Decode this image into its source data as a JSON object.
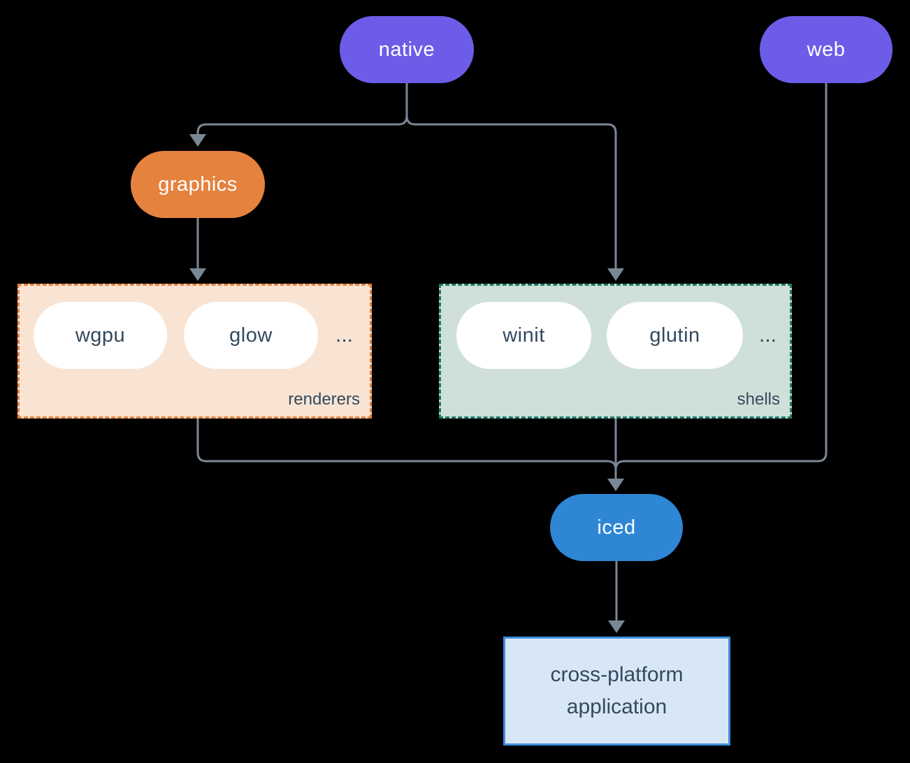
{
  "diagram": {
    "nodes": {
      "native": {
        "label": "native",
        "color": "#6C5CE7"
      },
      "web": {
        "label": "web",
        "color": "#6C5CE7"
      },
      "graphics": {
        "label": "graphics",
        "color": "#E5823E"
      },
      "iced": {
        "label": "iced",
        "color": "#2E86D5"
      },
      "app": {
        "label": "cross-platform application"
      }
    },
    "groups": {
      "renderers": {
        "label": "renderers",
        "items": [
          "wgpu",
          "glow"
        ],
        "ellipsis": "..."
      },
      "shells": {
        "label": "shells",
        "items": [
          "winit",
          "glutin"
        ],
        "ellipsis": "..."
      }
    },
    "edges": [
      {
        "from": "native",
        "to": "graphics"
      },
      {
        "from": "native",
        "to": "shells"
      },
      {
        "from": "graphics",
        "to": "renderers"
      },
      {
        "from": "renderers",
        "to": "iced"
      },
      {
        "from": "shells",
        "to": "iced"
      },
      {
        "from": "web",
        "to": "iced"
      },
      {
        "from": "iced",
        "to": "app"
      }
    ],
    "colors": {
      "background": "#000000",
      "line": "#7A8794",
      "purple": "#6C5CE7",
      "orange": "#E5823E",
      "blue": "#2E86D5",
      "pill_white": "#FFFFFF",
      "text_dark": "#34495E",
      "renderers_fill": "#F9E4D3",
      "renderers_border": "#E5823E",
      "shells_fill": "#CFE0D9",
      "shells_border": "#1E7A68",
      "app_fill": "#D8E7F6",
      "app_border": "#3E8EDE"
    }
  }
}
